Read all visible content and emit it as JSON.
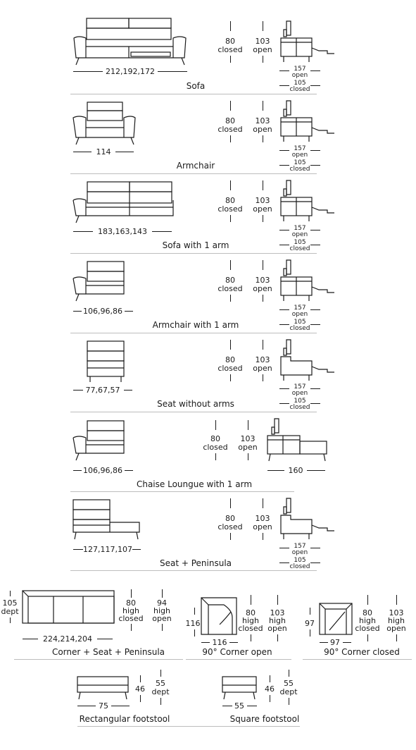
{
  "rows": [
    {
      "title": "Sofa",
      "width": "212,192,172",
      "closed_h": "80",
      "closed_lbl": "closed",
      "open_h": "103",
      "open_lbl": "open",
      "depth_open": "157",
      "depth_open_lbl": "open",
      "depth_closed": "105",
      "depth_closed_lbl": "closed"
    },
    {
      "title": "Armchair",
      "width": "114",
      "closed_h": "80",
      "closed_lbl": "closed",
      "open_h": "103",
      "open_lbl": "open",
      "depth_open": "157",
      "depth_open_lbl": "open",
      "depth_closed": "105",
      "depth_closed_lbl": "closed"
    },
    {
      "title": "Sofa with 1 arm",
      "width": "183,163,143",
      "closed_h": "80",
      "closed_lbl": "closed",
      "open_h": "103",
      "open_lbl": "open",
      "depth_open": "157",
      "depth_open_lbl": "open",
      "depth_closed": "105",
      "depth_closed_lbl": "closed"
    },
    {
      "title": "Armchair with 1 arm",
      "width": "106,96,86",
      "closed_h": "80",
      "closed_lbl": "closed",
      "open_h": "103",
      "open_lbl": "open",
      "depth_open": "157",
      "depth_open_lbl": "open",
      "depth_closed": "105",
      "depth_closed_lbl": "closed"
    },
    {
      "title": "Seat without arms",
      "width": "77,67,57",
      "closed_h": "80",
      "closed_lbl": "closed",
      "open_h": "103",
      "open_lbl": "open",
      "depth_open": "157",
      "depth_open_lbl": "open",
      "depth_closed": "105",
      "depth_closed_lbl": "closed"
    },
    {
      "title": "Chaise Loungue with 1 arm",
      "width": "106,96,86",
      "closed_h": "80",
      "closed_lbl": "closed",
      "open_h": "103",
      "open_lbl": "open",
      "depth": "160"
    },
    {
      "title": "Seat + Peninsula",
      "width": "127,117,107",
      "closed_h": "80",
      "closed_lbl": "closed",
      "open_h": "103",
      "open_lbl": "open",
      "depth_open": "157",
      "depth_open_lbl": "open",
      "depth_closed": "105",
      "depth_closed_lbl": "closed"
    }
  ],
  "corner_seat": {
    "title": "Corner + Seat + Peninsula",
    "depth": "105",
    "depth_lbl": "dept",
    "width": "224,214,204",
    "h1": "80",
    "h1_l1": "high",
    "h1_l2": "closed",
    "h2": "94",
    "h2_l1": "high",
    "h2_l2": "open"
  },
  "corner_open": {
    "title": "90° Corner open",
    "side": "116",
    "bottom": "116",
    "h1": "80",
    "h1_l1": "high",
    "h1_l2": "closed",
    "h2": "103",
    "h2_l1": "high",
    "h2_l2": "open"
  },
  "corner_closed": {
    "title": "90° Corner closed",
    "side": "97",
    "bottom": "97",
    "h1": "80",
    "h1_l1": "high",
    "h1_l2": "closed",
    "h2": "103",
    "h2_l1": "high",
    "h2_l2": "open"
  },
  "footstool_rect": {
    "title": "Rectangular footstool",
    "width": "75",
    "height": "46",
    "depth": "55",
    "depth_lbl": "dept"
  },
  "footstool_square": {
    "title": "Square footstool",
    "width": "55",
    "height": "46",
    "depth": "55",
    "depth_lbl": "dept"
  }
}
